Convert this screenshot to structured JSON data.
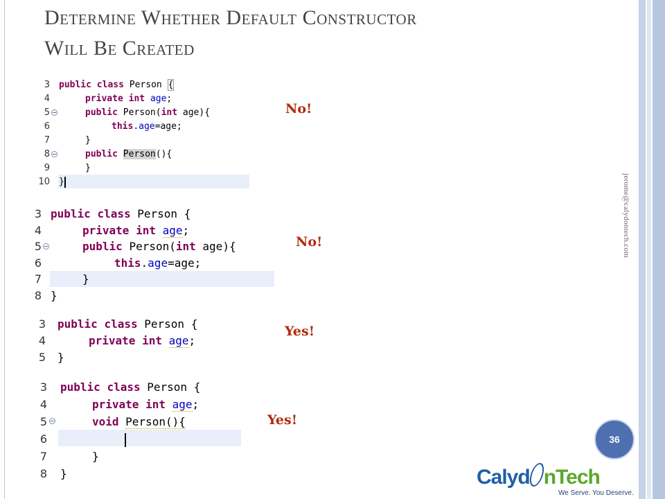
{
  "slide": {
    "title_line1": "Determine Whether Default Constructor",
    "title_line2": "Will Be Created",
    "side_email": "jerome@calydontech.com",
    "page_number": "36",
    "logo": {
      "part1": "Calyd",
      "part2": "n",
      "part3": "Tech",
      "tagline": "We Serve. You Deserve."
    }
  },
  "examples": [
    {
      "verdict": "No!",
      "lines": [
        {
          "n": "3"
        },
        {
          "n": "4"
        },
        {
          "n": "5"
        },
        {
          "n": "6"
        },
        {
          "n": "7"
        },
        {
          "n": "8"
        },
        {
          "n": "9"
        },
        {
          "n": "10"
        }
      ]
    },
    {
      "verdict": "No!"
    },
    {
      "verdict": "Yes!"
    },
    {
      "verdict": "Yes!"
    }
  ],
  "code": {
    "kw_public": "public",
    "kw_class": "class",
    "kw_private": "private",
    "kw_int": "int",
    "kw_this": "this",
    "kw_void": "void",
    "person": "Person",
    "age": "age",
    "brace_open": "{",
    "brace_close": "}",
    "semicolon": ";",
    "paren_int": "(",
    "paren_arg_close": " age){",
    "empty_parens": "(){",
    "assign_tail": "=age;",
    "dot": ".",
    "sep": " "
  },
  "colors": {
    "verdict_red": "#b22a0e",
    "keyword": "#7f0055",
    "field": "#0000c0",
    "badge_blue": "#4e6fb0",
    "logo_blue": "#1f5fa8",
    "logo_green": "#5aa82a"
  }
}
